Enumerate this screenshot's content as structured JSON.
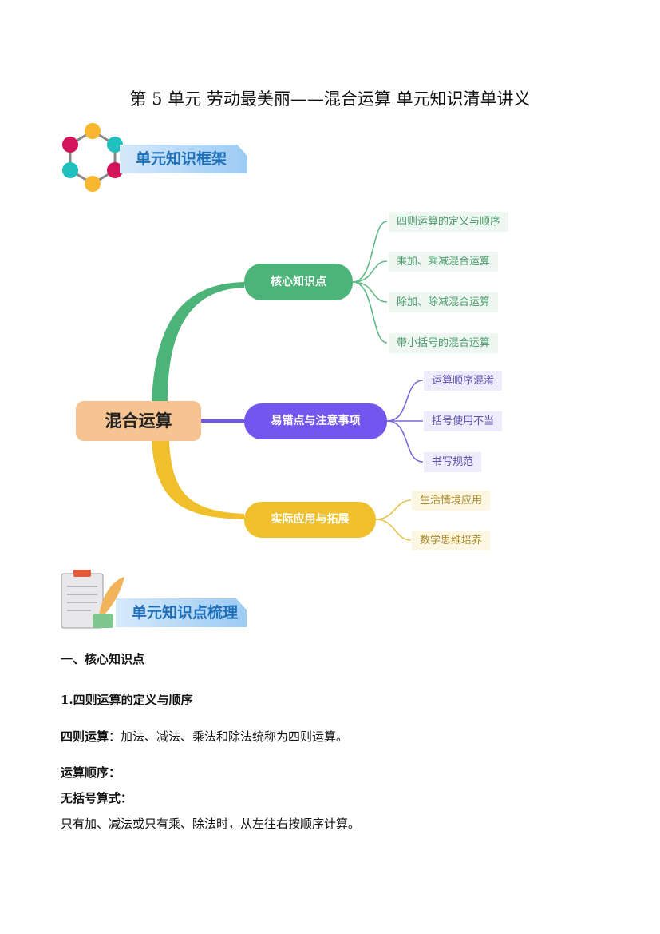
{
  "title": "第 5 单元 劳动最美丽——混合运算  单元知识清单讲义",
  "section1_banner": "单元知识框架",
  "mindmap": {
    "root": "混合运算",
    "branches": [
      {
        "label": "核心知识点",
        "color": "#4cb478",
        "leaves": [
          "四则运算的定义与顺序",
          "乘加、乘减混合运算",
          "除加、除减混合运算",
          "带小括号的混合运算"
        ]
      },
      {
        "label": "易错点与注意事项",
        "color": "#7356ee",
        "leaves": [
          "运算顺序混淆",
          "括号使用不当",
          "书写规范"
        ]
      },
      {
        "label": "实际应用与拓展",
        "color": "#efbf2c",
        "leaves": [
          "生活情境应用",
          "数学思维培养"
        ]
      }
    ]
  },
  "section2_banner": "单元知识点梳理",
  "content": {
    "h1": "一、核心知识点",
    "h2": "1.四则运算的定义与顺序",
    "def_term": "四则运算",
    "def_text": "：加法、减法、乘法和除法统称为四则运算。",
    "order_label": "运算顺序：",
    "no_paren_label": "无括号算式：",
    "rule1": "只有加、减法或只有乘、除法时，从左往右按顺序计算。"
  }
}
